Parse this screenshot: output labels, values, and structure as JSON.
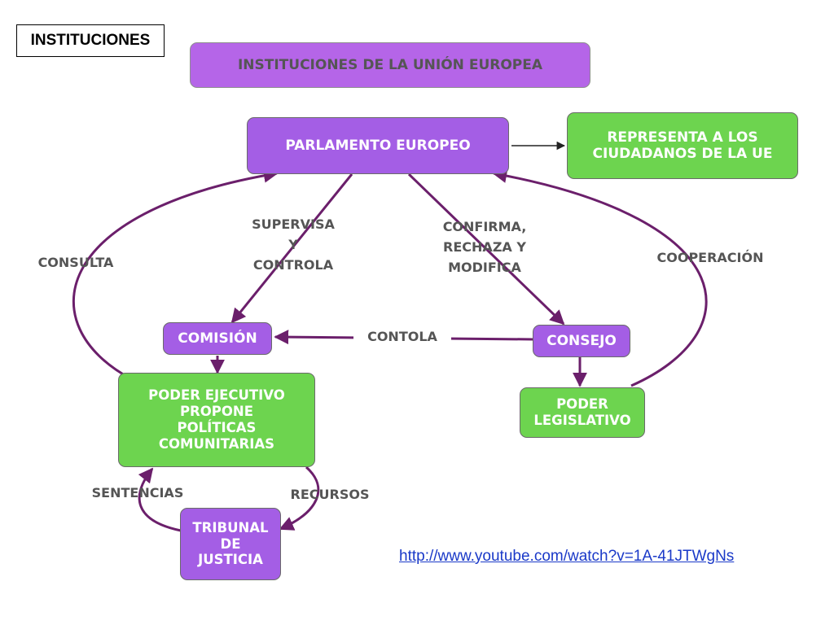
{
  "slide_title": "INSTITUCIONES",
  "header": "INSTITUCIONES DE LA UNIÓN EUROPEA",
  "nodes": {
    "parlamento": "PARLAMENTO EUROPEO",
    "representa": "REPRESENTA A LOS\nCIUDADANOS DE LA UE",
    "comision": "COMISIÓN",
    "consejo": "CONSEJO",
    "poder_ejecutivo": "PODER EJECUTIVO\nPROPONE\nPOLÍTICAS\nCOMUNITARIAS",
    "poder_legislativo": "PODER\nLEGISLATIVO",
    "tribunal": "TRIBUNAL\nDE\nJUSTICIA"
  },
  "edge_labels": {
    "supervisa": "SUPERVISA\nY\nCONTROLA",
    "confirma": "CONFIRMA,\nRECHAZA Y\nMODIFICA",
    "consulta": "CONSULTA",
    "cooperacion": "COOPERACIÓN",
    "contola": "CONTOLA",
    "sentencias": "SENTENCIAS",
    "recursos": "RECURSOS"
  },
  "link": "http://www.youtube.com/watch?v=1A-41JTWgNs",
  "colors": {
    "purple": "#a45ee5",
    "green": "#6dd44f",
    "edge": "#6b1f6b",
    "link": "#1a39c8"
  }
}
